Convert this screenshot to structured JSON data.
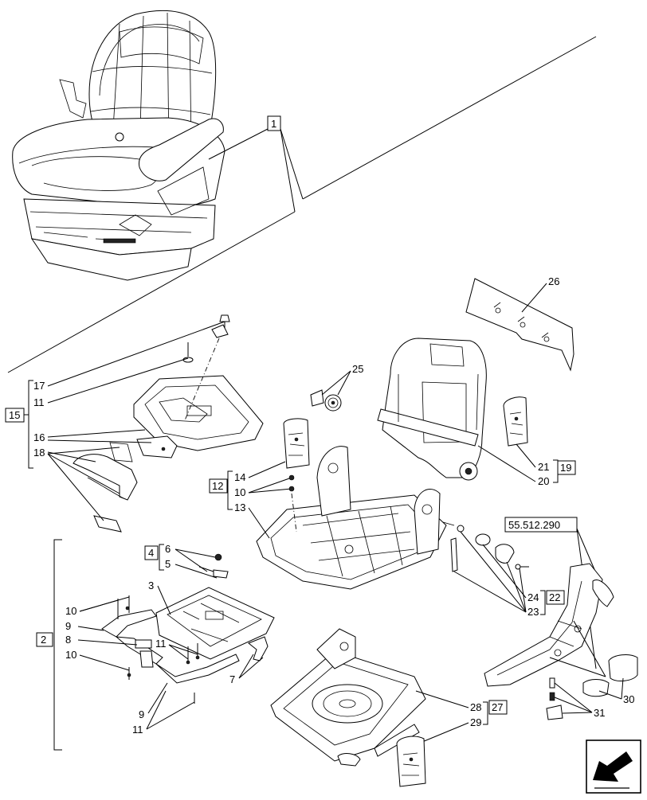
{
  "callouts": {
    "c1": "1",
    "c2": "2",
    "c3": "3",
    "c4": "4",
    "c5": "5",
    "c6": "6",
    "c7": "7",
    "c8": "8",
    "c9a": "9",
    "c9b": "9",
    "c10a": "10",
    "c10b": "10",
    "c10c": "10",
    "c11a": "11",
    "c11b": "11",
    "c11c": "11",
    "c12": "12",
    "c13": "13",
    "c14": "14",
    "c15": "15",
    "c16": "16",
    "c17": "17",
    "c18": "18",
    "c19": "19",
    "c20": "20",
    "c21": "21",
    "c22": "22",
    "c23": "23",
    "c24": "24",
    "c25": "25",
    "c26": "26",
    "c27": "27",
    "c28": "28",
    "c29": "29",
    "c30": "30",
    "c31": "31",
    "ref": "55.512.290"
  },
  "icons": {
    "corner": "next-page-arrow-icon",
    "sticker": "instruction-sticker-icon"
  },
  "colors": {
    "line": "#000000",
    "background": "#ffffff"
  }
}
